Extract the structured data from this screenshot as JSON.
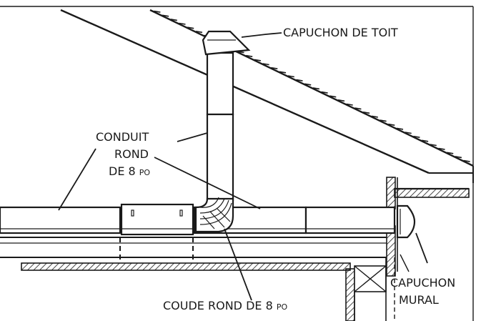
{
  "labels": {
    "roof_cap": "CAPUCHON DE TOIT",
    "duct_line1": "CONDUIT",
    "duct_line2": "ROND",
    "duct_line3_main": "DE 8 ",
    "duct_line3_unit": "PO",
    "elbow_main": "COUDE ROND DE 8 ",
    "elbow_unit": "PO",
    "wall_cap_line1": "CAPUCHON",
    "wall_cap_line2": "MURAL"
  },
  "colors": {
    "ink": "#1a1a1a",
    "background": "#ffffff"
  }
}
